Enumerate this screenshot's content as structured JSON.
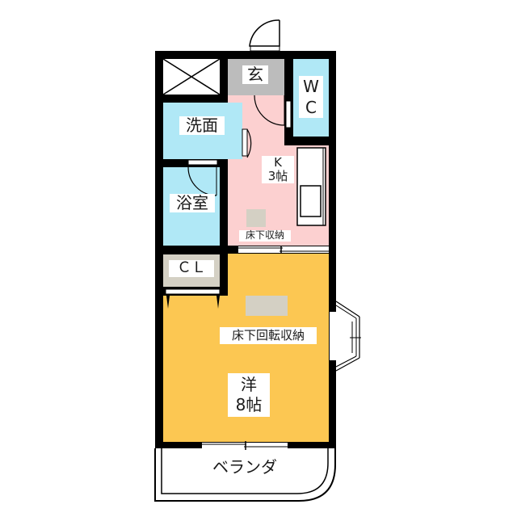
{
  "floorplan": {
    "rooms": {
      "entrance": {
        "label": "玄",
        "color": "#bcbcbc"
      },
      "wc": {
        "label": "W\nC",
        "color": "#b0e8f6"
      },
      "washroom": {
        "label": "洗面",
        "color": "#b0e8f6"
      },
      "bathroom": {
        "label": "浴室",
        "color": "#b0e8f6"
      },
      "kitchen": {
        "label": "K\n3帖",
        "color": "#fcd0d0"
      },
      "underfloor_storage": {
        "label": "床下収納"
      },
      "closet": {
        "label": "ＣＬ",
        "color": "#d4d0c4"
      },
      "western_room": {
        "label": "洋\n8帖",
        "color": "#fcc752"
      },
      "rotating_storage": {
        "label": "床下回転収納"
      },
      "balcony": {
        "label": "ベランダ",
        "color": "#ffffff"
      },
      "shaft": {
        "label": ""
      }
    },
    "colors": {
      "wall": "#000000",
      "storage_marker": "#d4d0c4"
    }
  }
}
